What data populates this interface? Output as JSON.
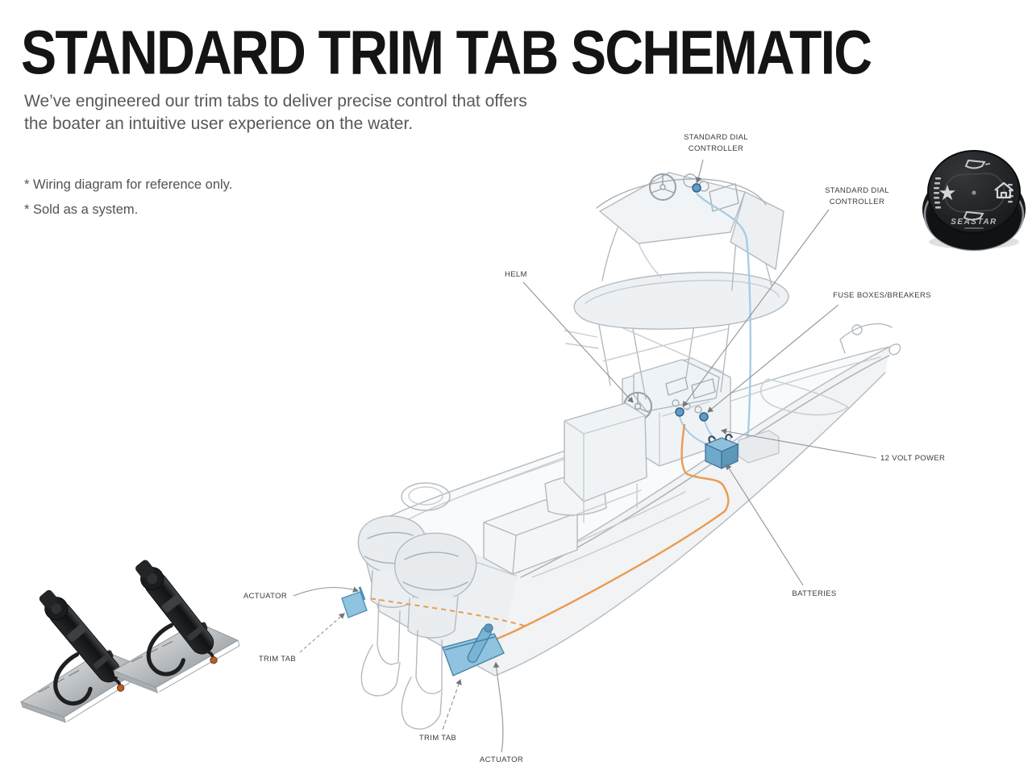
{
  "header": {
    "title": "STANDARD TRIM TAB SCHEMATIC",
    "intro_lines": [
      "We’ve engineered our trim tabs to deliver precise control that offers",
      "the boater an intuitive user experience on the water."
    ],
    "notes": [
      "* Wiring diagram for reference only.",
      "* Sold as a system."
    ]
  },
  "diagram": {
    "labels": {
      "dial_upper": "STANDARD DIAL CONTROLLER",
      "dial_lower": "STANDARD DIAL CONTROLLER",
      "helm": "HELM",
      "fuse": "FUSE BOXES/BREAKERS",
      "power": "12 VOLT POWER",
      "batteries": "BATTERIES",
      "actuator_left": "ACTUATOR",
      "trim_tab_left": "TRIM TAB",
      "trim_tab_bottom": "TRIM TAB",
      "actuator_bottom": "ACTUATOR"
    }
  },
  "device": {
    "brand": "SEASTAR"
  },
  "colors": {
    "highlight_blue": "#8fc3e0",
    "wire_orange": "#eb9a4d",
    "wire_blue": "#a7cde4",
    "sketch_gray": "#b3bac0"
  }
}
